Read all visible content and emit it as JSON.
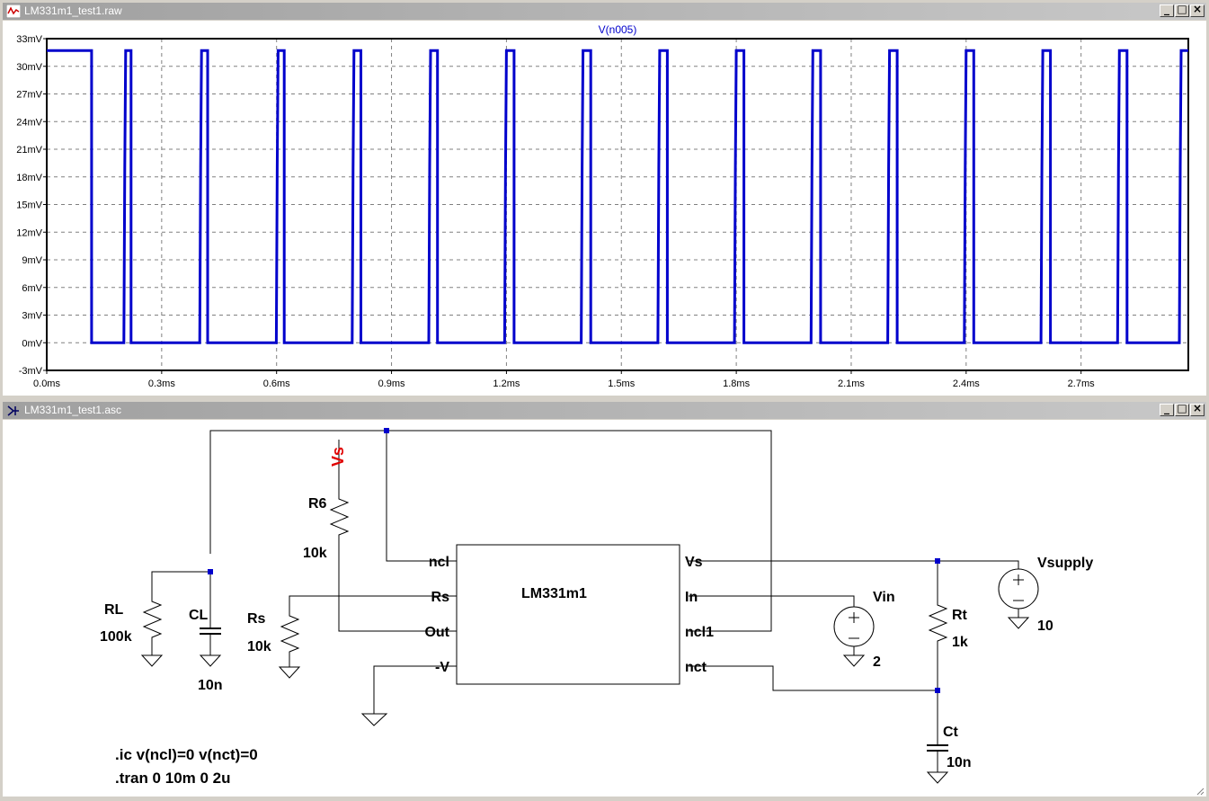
{
  "plot_window": {
    "title": "LM331m1_test1.raw",
    "trace_label": "V(n005)",
    "trace_color": "#0000cc",
    "y_ticks": [
      "33mV",
      "30mV",
      "27mV",
      "24mV",
      "21mV",
      "18mV",
      "15mV",
      "12mV",
      "9mV",
      "6mV",
      "3mV",
      "0mV",
      "-3mV"
    ],
    "x_ticks": [
      "0.0ms",
      "0.3ms",
      "0.6ms",
      "0.9ms",
      "1.2ms",
      "1.5ms",
      "1.8ms",
      "2.1ms",
      "2.4ms",
      "2.7ms"
    ],
    "chart_data": {
      "type": "line",
      "ylim": [
        -3,
        33
      ],
      "xlim": [
        0,
        2.98
      ],
      "series": [
        {
          "name": "V(n005)",
          "high": 31.7,
          "low": 0,
          "pulses": [
            [
              0,
              0.117
            ],
            [
              0.206,
              0.22
            ],
            [
              0.404,
              0.42
            ],
            [
              0.604,
              0.62
            ],
            [
              0.802,
              0.82
            ],
            [
              1.002,
              1.02
            ],
            [
              1.2,
              1.22
            ],
            [
              1.4,
              1.42
            ],
            [
              1.6,
              1.62
            ],
            [
              1.8,
              1.82
            ],
            [
              2.0,
              2.02
            ],
            [
              2.2,
              2.22
            ],
            [
              2.4,
              2.42
            ],
            [
              2.6,
              2.62
            ],
            [
              2.8,
              2.82
            ]
          ]
        }
      ]
    }
  },
  "schematic_window": {
    "title": "LM331m1_test1.asc",
    "ic": {
      "name": "LM331m1",
      "pins_left": [
        "ncl",
        "Rs",
        "Out",
        "-V"
      ],
      "pins_right": [
        "Vs",
        "In",
        "ncl1",
        "nct"
      ]
    },
    "components": {
      "R6": {
        "ref": "R6",
        "value": "10k"
      },
      "RL": {
        "ref": "RL",
        "value": "100k"
      },
      "CL": {
        "ref": "CL",
        "value": "10n"
      },
      "Rs": {
        "ref": "Rs",
        "value": "10k"
      },
      "Vin": {
        "ref": "Vin",
        "value": "2"
      },
      "Rt": {
        "ref": "Rt",
        "value": "1k"
      },
      "Vsupply": {
        "ref": "Vsupply",
        "value": "10"
      },
      "Ct": {
        "ref": "Ct",
        "value": "10n"
      }
    },
    "net_label": "Vs",
    "net_label_color": "#e00000",
    "directives": [
      ".ic v(ncl)=0 v(nct)=0",
      ".tran 0 10m 0 2u"
    ]
  }
}
